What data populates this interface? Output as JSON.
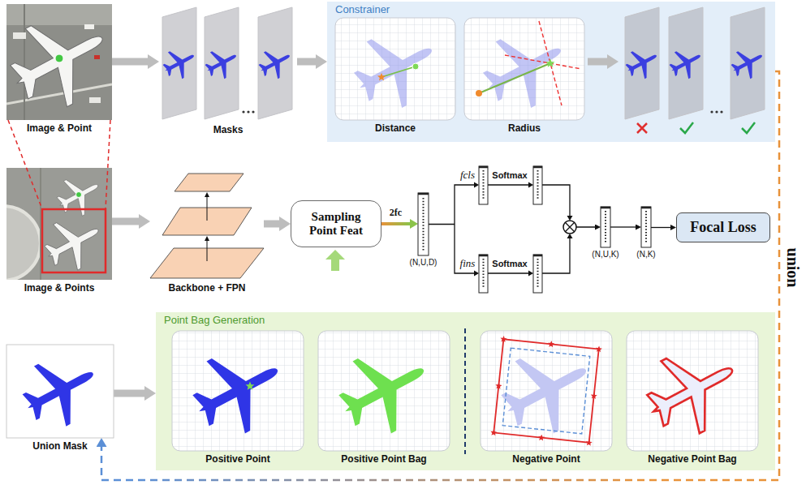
{
  "diagram": {
    "nodes": [
      {
        "text": [
          "Image & Point"
        ]
      },
      {
        "text": [
          "Masks"
        ]
      },
      {
        "text": [
          "Constrainer"
        ]
      },
      {
        "text": [
          "Distance"
        ],
        "in": 2
      },
      {
        "text": [
          "Radius"
        ],
        "in": 2
      },
      {
        "text": [
          "Image & Points"
        ]
      },
      {
        "text": [
          "Backbone + FPN"
        ]
      },
      {
        "text": [
          "Sampling Point Feat"
        ]
      },
      {
        "text": [
          "(N,U,D)"
        ]
      },
      {
        "text": [
          "(N,U,K)"
        ]
      },
      {
        "text": [
          "(N,K)"
        ]
      },
      {
        "text": [
          "Focal Loss"
        ]
      },
      {
        "text": [
          "Union Mask"
        ]
      },
      {
        "text": [
          "Point Bag Generation"
        ]
      },
      {
        "text": [
          "Positive Point"
        ],
        "in": 13
      },
      {
        "text": [
          "Positive Point Bag"
        ],
        "in": 13
      },
      {
        "text": [
          "Negative Point"
        ],
        "in": 13
      },
      {
        "text": [
          "Negative Point Bag"
        ],
        "in": 13
      }
    ],
    "edges": [
      {
        "from": 0,
        "to": 1,
        "arrow": "to"
      },
      {
        "from": 1,
        "to": 2,
        "arrow": "to"
      },
      {
        "from": 2,
        "to": 12,
        "arrow": "to",
        "label": "union"
      },
      {
        "from": 5,
        "to": 6,
        "arrow": "to"
      },
      {
        "from": 6,
        "to": 7,
        "arrow": "to"
      },
      {
        "from": 7,
        "to": 8,
        "arrow": "to",
        "label": "2fc"
      },
      {
        "from": 8,
        "to": 9,
        "arrow": "to"
      },
      {
        "from": 9,
        "to": 10,
        "arrow": "to"
      },
      {
        "from": 10,
        "to": 11,
        "arrow": "to"
      },
      {
        "from": 12,
        "to": 13,
        "arrow": "to"
      }
    ],
    "labels": [
      "fcls",
      "fins",
      "Softmax",
      "Softmax"
    ]
  }
}
